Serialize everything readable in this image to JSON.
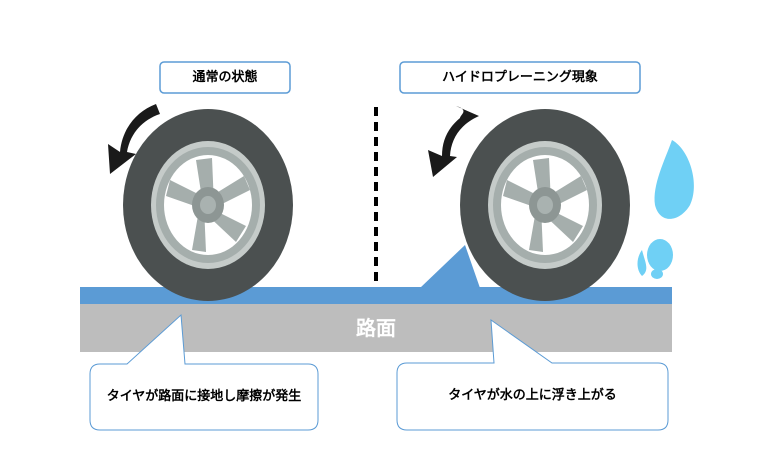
{
  "left_title": "通常の状態",
  "right_title": "ハイドロプレーニング現象",
  "road_label": "路面",
  "left_note": "タイヤが路面に接地し摩擦が発生",
  "right_note": "タイヤが水の上に浮き上がる",
  "colors": {
    "water": "#5b9bd5",
    "road": "#bdbdbd",
    "tire": "#4b5050",
    "rim": "#a5aeac",
    "box_border": "#5b9bd5",
    "splash": "#6fd0f5"
  }
}
